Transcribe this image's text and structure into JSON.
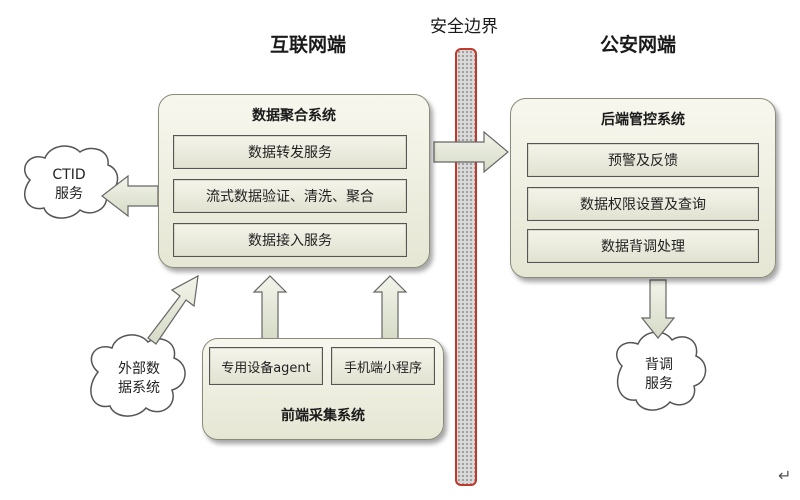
{
  "zones": {
    "internet": "互联网端",
    "boundary": "安全边界",
    "police": "公安网端"
  },
  "aggregation": {
    "title": "数据聚合系统",
    "items": [
      "数据转发服务",
      "流式数据验证、清洗、聚合",
      "数据接入服务"
    ]
  },
  "backend": {
    "title": "后端管控系统",
    "items": [
      "预警及反馈",
      "数据权限设置及查询",
      "数据背调处理"
    ]
  },
  "frontend": {
    "title": "前端采集系统",
    "items": [
      "专用设备agent",
      "手机端小程序"
    ]
  },
  "clouds": {
    "ctid": [
      "CTID",
      "服务"
    ],
    "external": [
      "外部数",
      "据系统"
    ],
    "background": [
      "背调",
      "服务"
    ]
  },
  "footer": {
    "return_mark": "↵"
  },
  "colors": {
    "boundary_border": "#c0392b",
    "panel_bg": "#eeeede",
    "arrow_fill": "#e4e8d8"
  }
}
